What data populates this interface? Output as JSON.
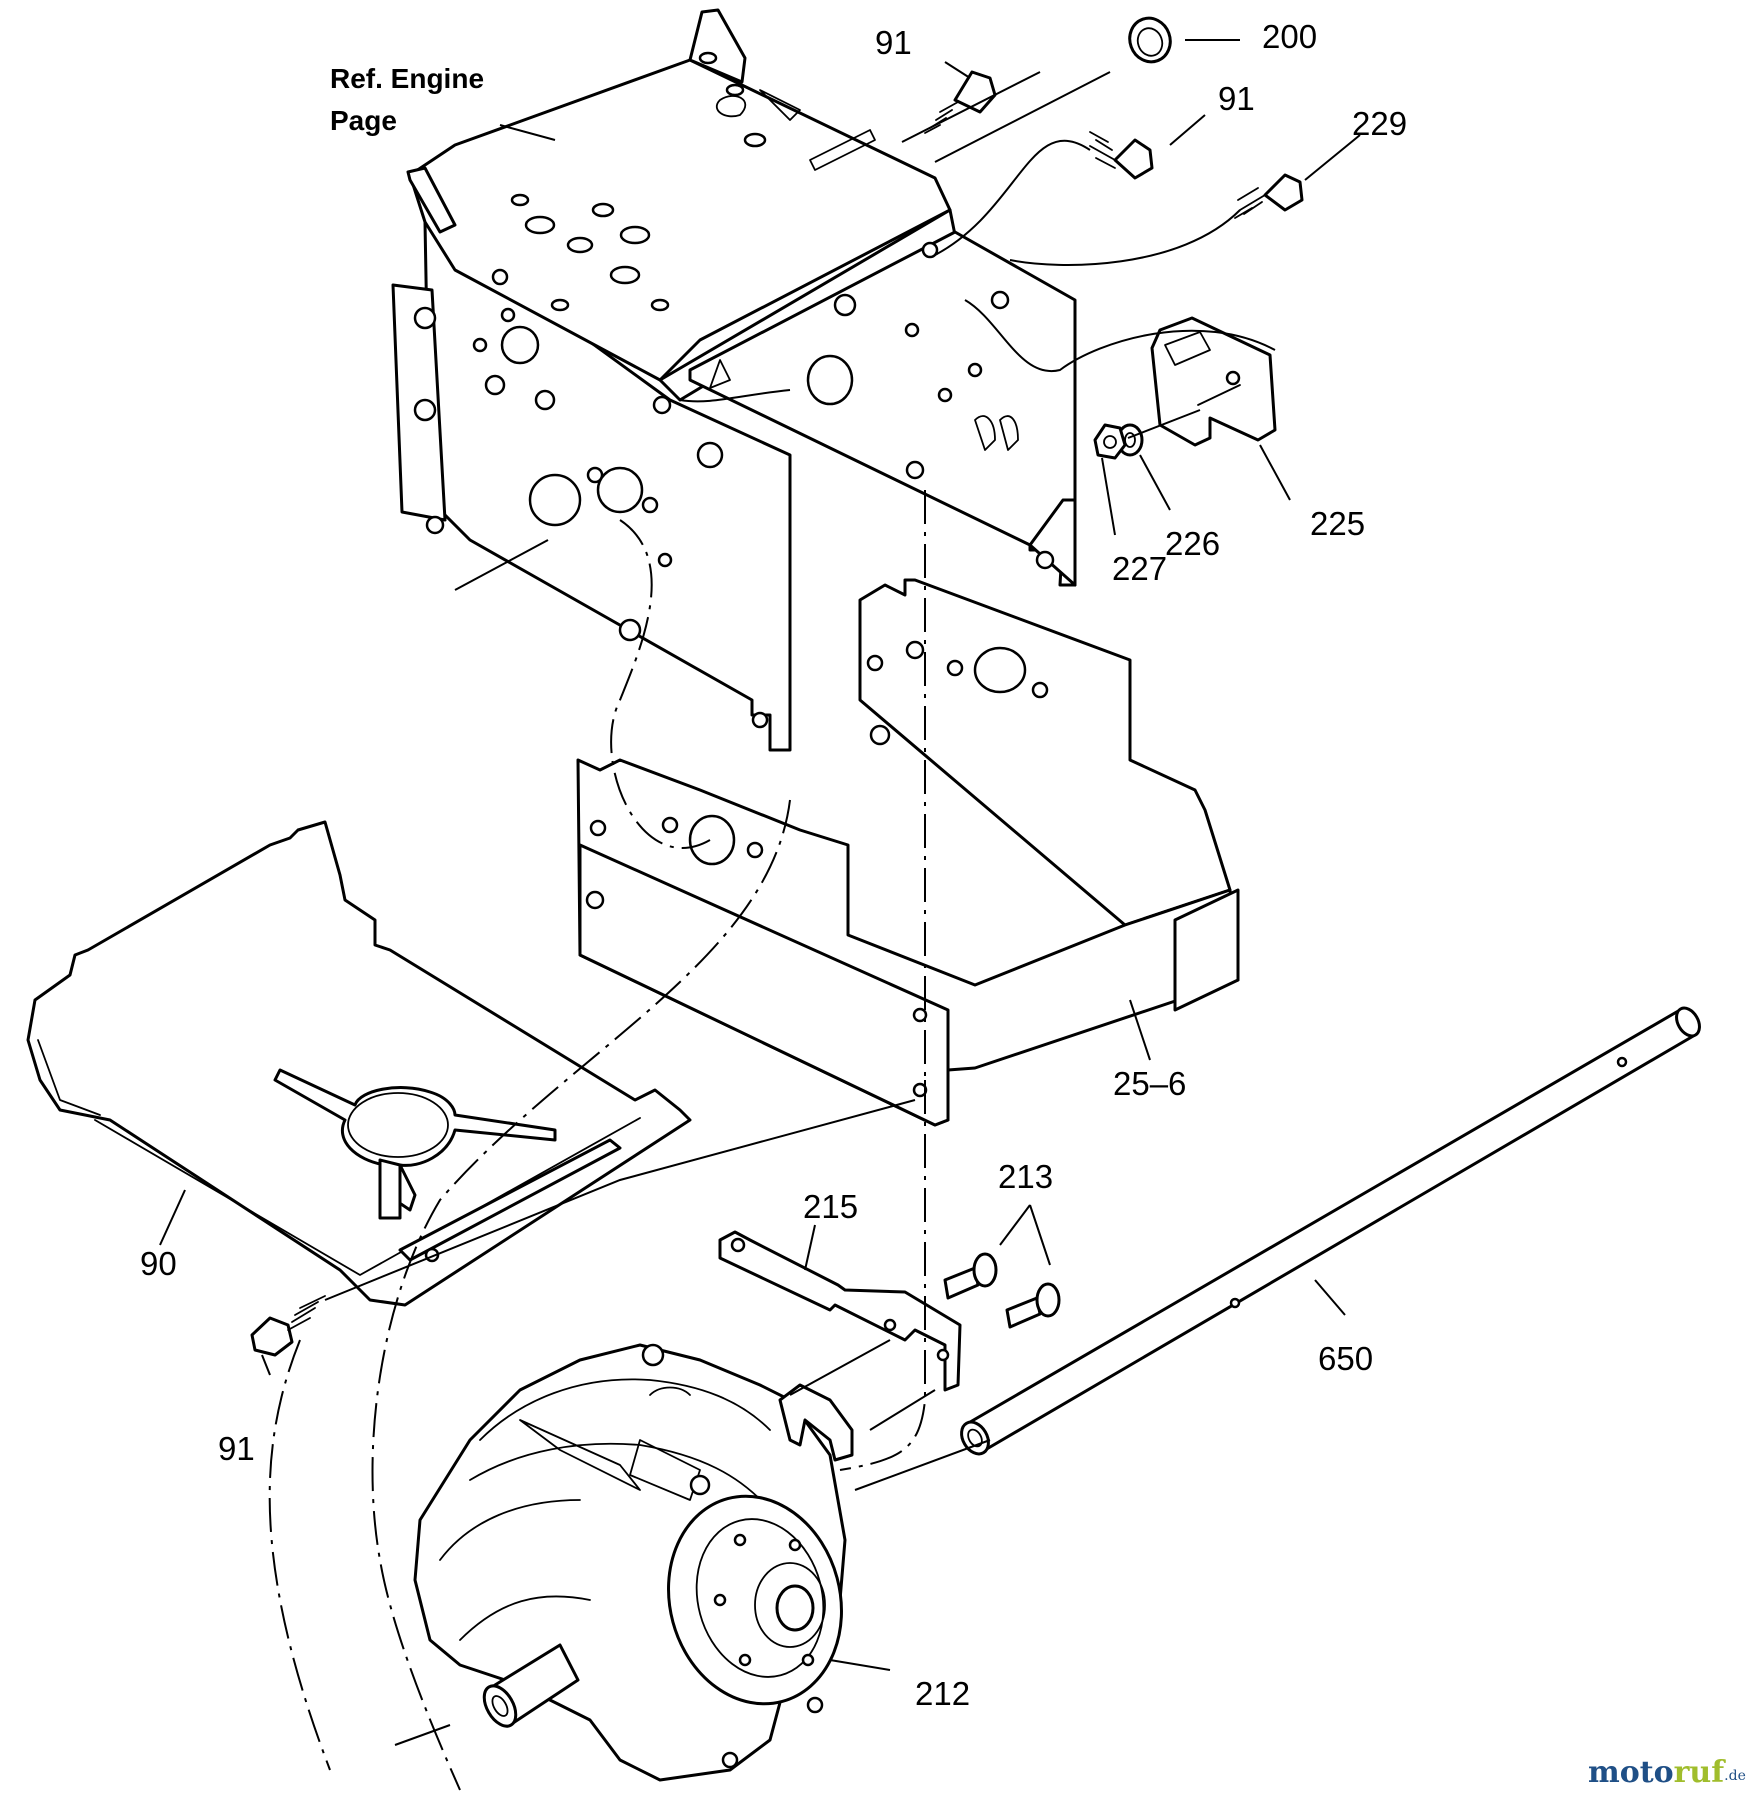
{
  "reference_note": {
    "line1": "Ref. Engine",
    "line2": "Page"
  },
  "callouts": [
    {
      "id": "c-91-top",
      "text": "91"
    },
    {
      "id": "c-200",
      "text": "200"
    },
    {
      "id": "c-91-mid",
      "text": "91"
    },
    {
      "id": "c-229",
      "text": "229"
    },
    {
      "id": "c-225",
      "text": "225"
    },
    {
      "id": "c-226",
      "text": "226"
    },
    {
      "id": "c-227",
      "text": "227"
    },
    {
      "id": "c-25-6",
      "text": "25–6"
    },
    {
      "id": "c-90",
      "text": "90"
    },
    {
      "id": "c-215",
      "text": "215"
    },
    {
      "id": "c-213",
      "text": "213"
    },
    {
      "id": "c-650",
      "text": "650"
    },
    {
      "id": "c-91-bottom",
      "text": "91"
    },
    {
      "id": "c-212",
      "text": "212"
    }
  ],
  "watermark": {
    "part_a": "moto",
    "part_b": "ruf",
    "suffix": ".de"
  },
  "colors": {
    "line": "#000000",
    "background": "#ffffff",
    "watermark_blue": "#1f4f86",
    "watermark_green": "#a0bd2c"
  }
}
